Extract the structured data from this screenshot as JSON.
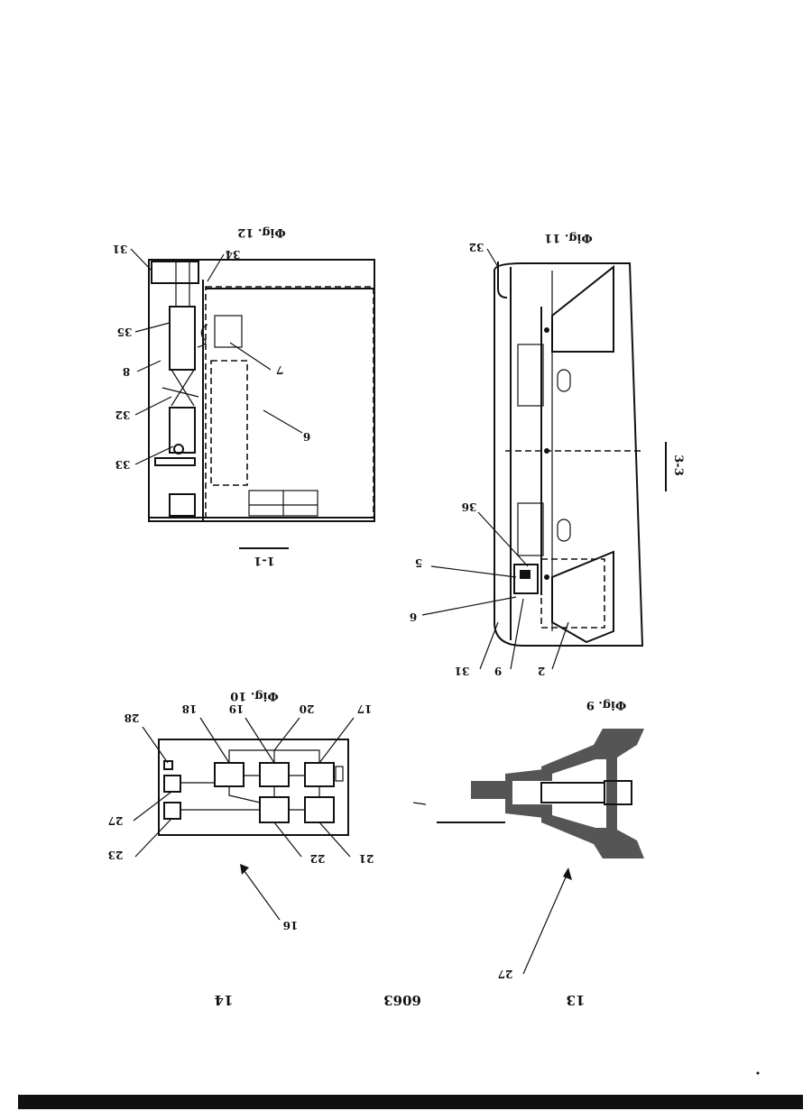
{
  "page": {
    "left_page": "14",
    "center_number": "6063",
    "right_page": "13"
  },
  "figures": {
    "fig12": {
      "caption": "Фig. 12",
      "section": "1-1",
      "labels": [
        "31",
        "34",
        "35",
        "8",
        "7",
        "32",
        "6",
        "33"
      ]
    },
    "fig11": {
      "caption": "Фig. 11",
      "section": "3-3",
      "labels": [
        "32",
        "36",
        "5",
        "6",
        "31",
        "9",
        "2"
      ]
    },
    "fig10": {
      "caption": "Фig. 10",
      "labels": [
        "28",
        "18",
        "19",
        "20",
        "17",
        "27",
        "23",
        "22",
        "21",
        "16"
      ]
    },
    "fig9": {
      "caption": "Фig. 9",
      "labels": [
        "27"
      ]
    }
  },
  "colors": {
    "ink": "#111111",
    "paper": "#ffffff"
  }
}
